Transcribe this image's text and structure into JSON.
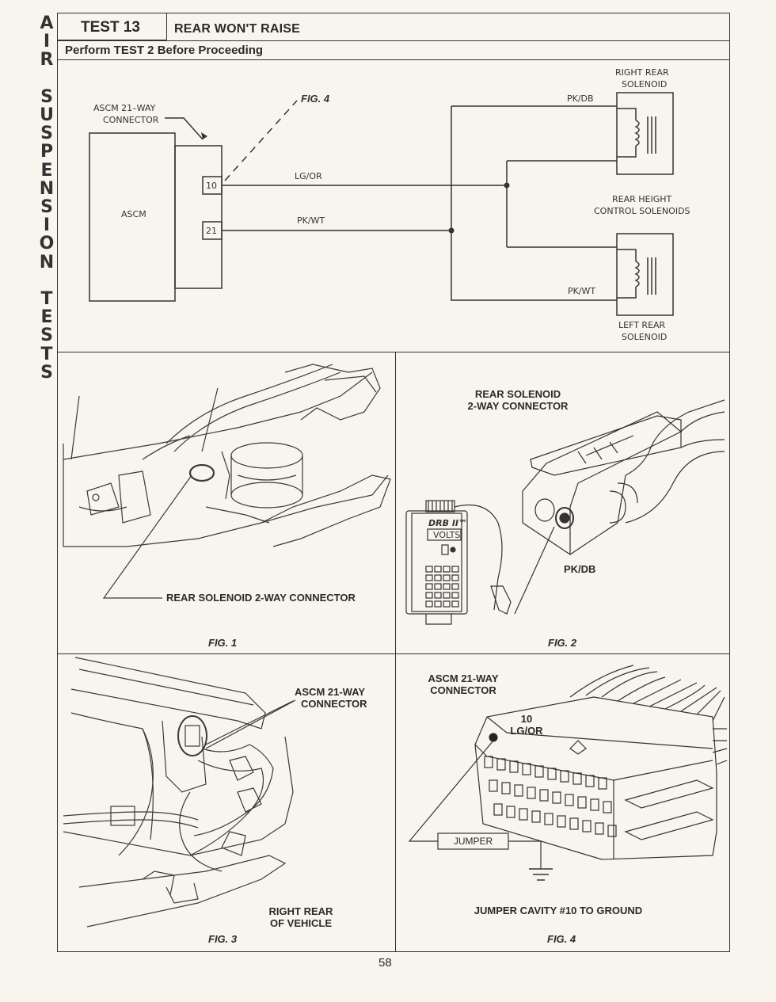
{
  "side_title": [
    "A",
    "I",
    "R",
    "",
    "S",
    "U",
    "S",
    "P",
    "E",
    "N",
    "S",
    "I",
    "O",
    "N",
    "",
    "T",
    "E",
    "S",
    "T",
    "S"
  ],
  "header": {
    "test_number": "TEST 13",
    "title": "REAR WON'T RAISE",
    "subtitle": "Perform TEST 2 Before Proceeding"
  },
  "schematic": {
    "module_label": "ASCM",
    "connector_label_line1": "ASCM 21–WAY",
    "connector_label_line2": "CONNECTOR",
    "fig_ref": "FIG. 4",
    "pin_a": "10",
    "pin_b": "21",
    "wire_a": "LG/OR",
    "wire_b": "PK/WT",
    "wire_right_top": "PK/DB",
    "wire_right_bottom": "PK/WT",
    "right_solenoid_line1": "RIGHT REAR",
    "right_solenoid_line2": "SOLENOID",
    "left_solenoid_line1": "LEFT REAR",
    "left_solenoid_line2": "SOLENOID",
    "group_label_line1": "REAR HEIGHT",
    "group_label_line2": "CONTROL SOLENOIDS"
  },
  "fig1": {
    "callout": "REAR SOLENOID 2-WAY CONNECTOR",
    "caption": "FIG. 1"
  },
  "fig2": {
    "callout_line1": "REAR SOLENOID",
    "callout_line2": "2-WAY CONNECTOR",
    "wire": "PK/DB",
    "meter_brand": "DRB II™",
    "meter_display": "VOLTS",
    "caption": "FIG. 2"
  },
  "fig3": {
    "callout_line1": "ASCM 21-WAY",
    "callout_line2": "CONNECTOR",
    "location_line1": "RIGHT REAR",
    "location_line2": "OF VEHICLE",
    "caption": "FIG. 3"
  },
  "fig4": {
    "callout_line1": "ASCM 21-WAY",
    "callout_line2": "CONNECTOR",
    "cavity_num": "10",
    "cavity_wire": "LG/OR",
    "jumper": "JUMPER",
    "instruction": "JUMPER CAVITY #10 TO GROUND",
    "caption": "FIG. 4"
  },
  "page_number": "58"
}
